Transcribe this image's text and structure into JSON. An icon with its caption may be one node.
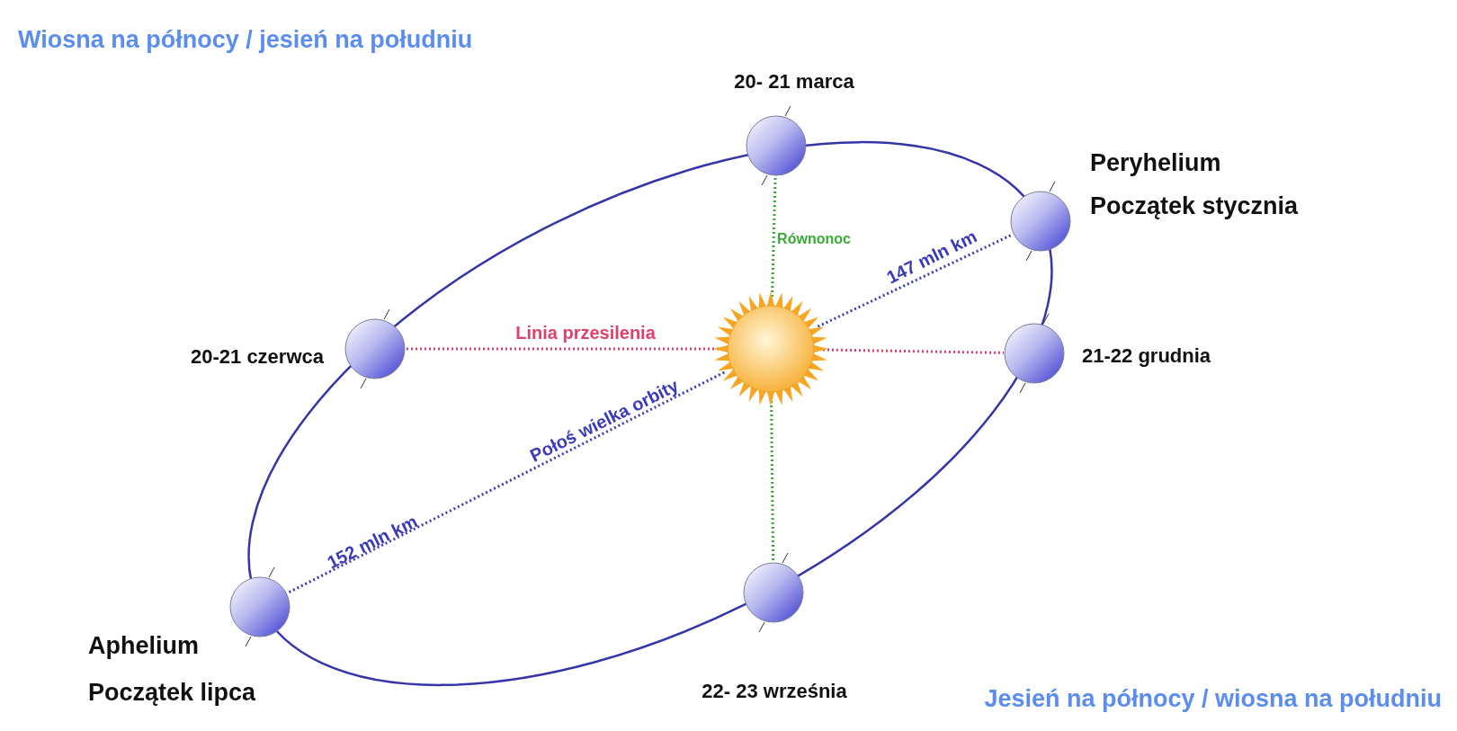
{
  "diagram": {
    "nodes": [
      {
        "text": [],
        "shape": "picture"
      },
      {
        "text": [],
        "shape": "circle",
        "beside": [
          "20- 21 marca"
        ]
      },
      {
        "text": [],
        "shape": "circle",
        "beside": [
          "Peryhelium",
          "Początek stycznia"
        ]
      },
      {
        "text": [],
        "shape": "circle",
        "beside": [
          "20-21 czerwca"
        ]
      },
      {
        "text": [],
        "shape": "circle",
        "beside": [
          "21-22 grudnia"
        ]
      },
      {
        "text": [],
        "shape": "circle",
        "beside": [
          "22- 23 września"
        ]
      },
      {
        "text": [],
        "shape": "circle",
        "beside": [
          "Aphelium",
          "Początek lipca"
        ]
      }
    ],
    "edges": [
      {
        "from": 0,
        "to": 1,
        "arrow": "none",
        "style": "dashed",
        "color": "#3aaa35",
        "label": "Równonoc"
      },
      {
        "from": 0,
        "to": 2,
        "arrow": "none",
        "style": "dashed",
        "color": "#3b3bb8",
        "label": "147 mln km"
      },
      {
        "from": 0,
        "to": 3,
        "arrow": "none",
        "style": "dashed",
        "color": "#e0406a",
        "label": "Linia przesilenia"
      },
      {
        "from": 0,
        "to": 4,
        "arrow": "none",
        "style": "dashed",
        "color": "#e0406a"
      },
      {
        "from": 0,
        "to": 5,
        "arrow": "none",
        "style": "dashed",
        "color": "#3aaa35"
      },
      {
        "from": 0,
        "to": 6,
        "arrow": "none",
        "style": "dashed",
        "color": "#3b3bb8",
        "label": "152 mln km"
      }
    ],
    "labels": [
      "Wiosna na północy / jesień na południu",
      "Połoś wielka orbity",
      "Jesień na północy / wiosna na południu"
    ]
  }
}
